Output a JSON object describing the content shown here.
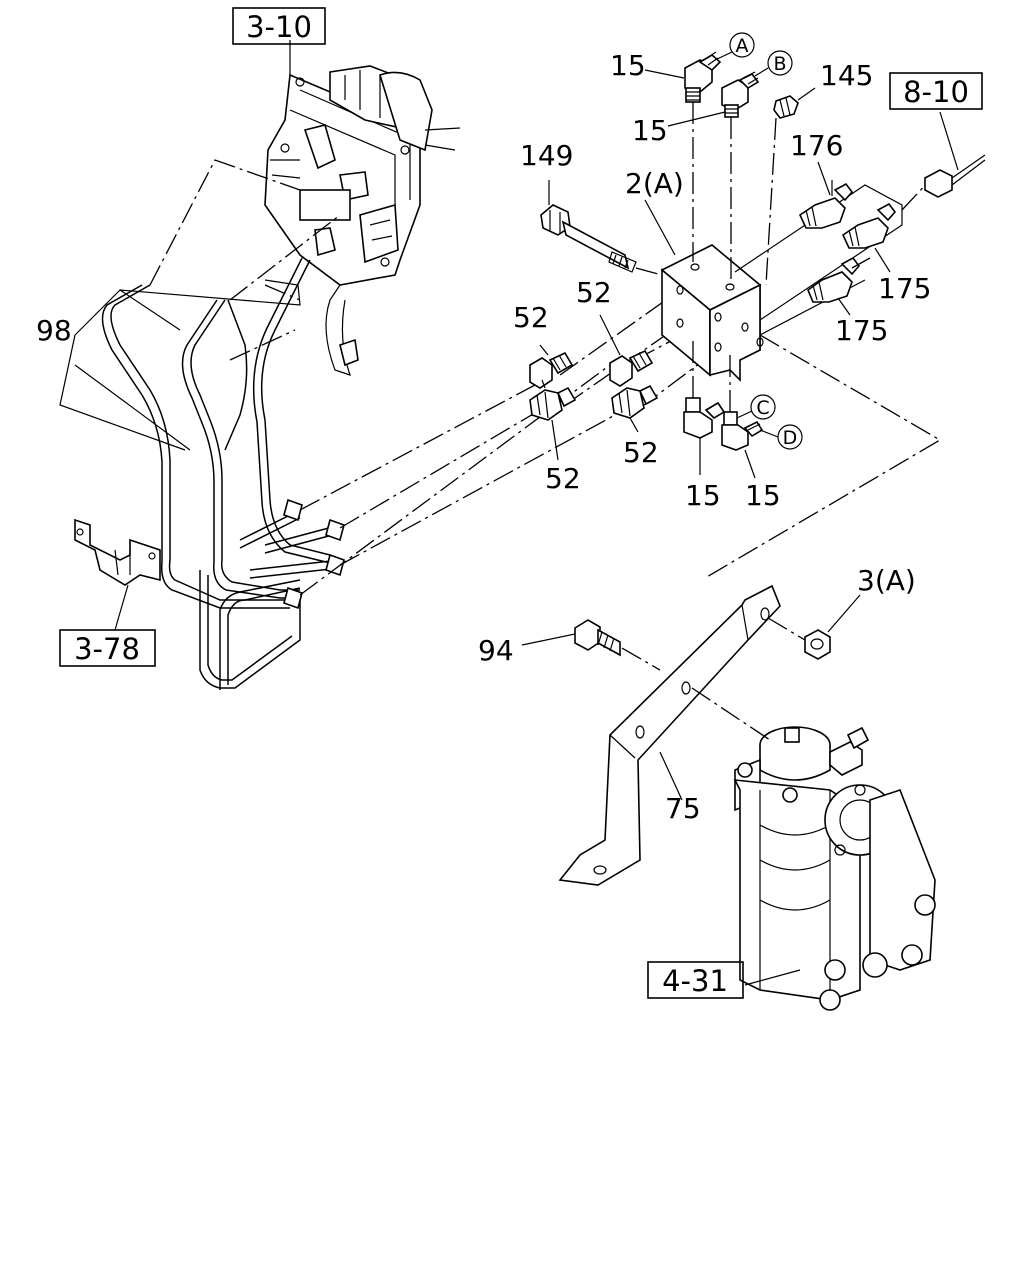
{
  "refs": {
    "r1": "3-10",
    "r2": "8-10",
    "r3": "3-78",
    "r4": "4-31"
  },
  "callouts": {
    "c15a": "15",
    "c15b": "15",
    "c145": "145",
    "c149": "149",
    "c2a": "2(A)",
    "c176": "176",
    "c175a": "175",
    "c175b": "175",
    "c98": "98",
    "c52a": "52",
    "c52b": "52",
    "c52c": "52",
    "c52d": "52",
    "c15c": "15",
    "c15d": "15",
    "c3a": "3(A)",
    "c94": "94",
    "c75": "75"
  },
  "circled": {
    "A": "A",
    "B": "B",
    "C": "C",
    "D": "D"
  }
}
